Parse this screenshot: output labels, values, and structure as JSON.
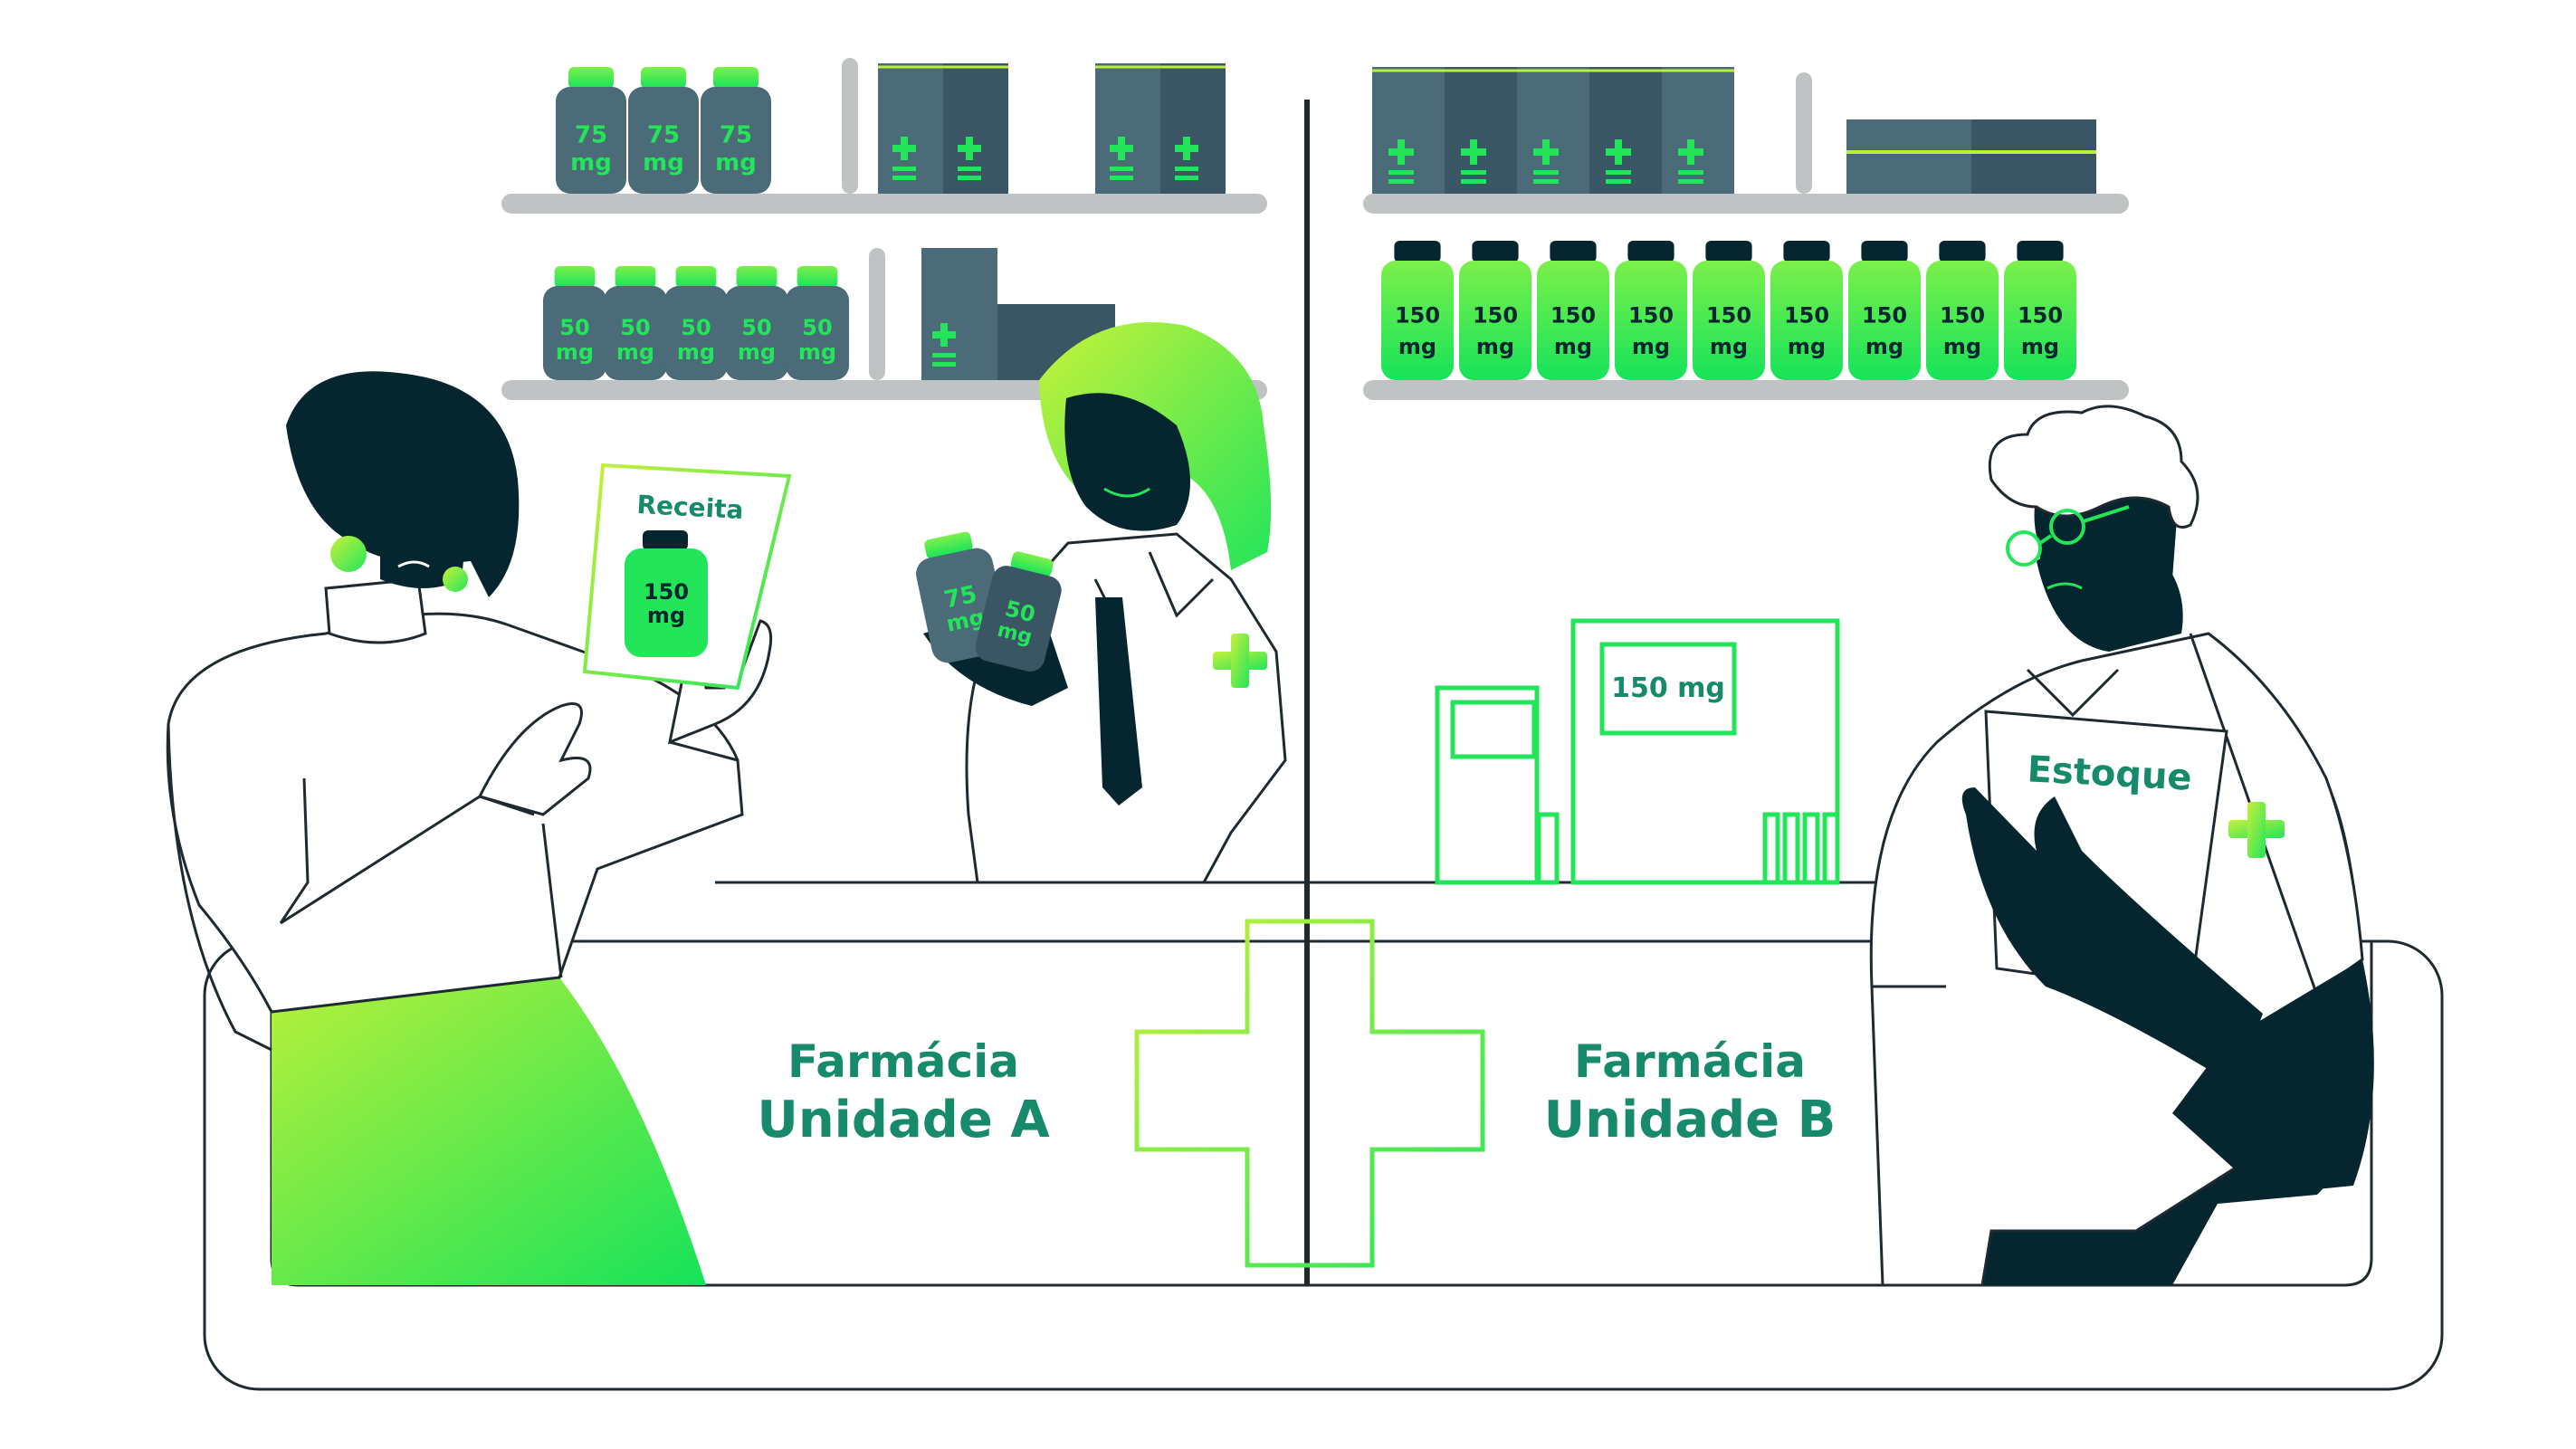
{
  "colors": {
    "dark": "#05262e",
    "slate": "#4b6b78",
    "slate_dark": "#3a5664",
    "green": "#22e55a",
    "lime": "#b8f03a",
    "teal_text": "#168a6a",
    "shelf": "#bfc3c4",
    "line": "#1f2a30"
  },
  "left_shelf_top": {
    "bottle_label": [
      "75",
      "mg"
    ],
    "bottle_count": 3
  },
  "left_shelf_bottom": {
    "bottle_label": [
      "50",
      "mg"
    ],
    "bottle_count": 5
  },
  "right_shelf_bottom": {
    "bottle_label": [
      "150",
      "mg"
    ],
    "bottle_count": 9
  },
  "prescription": {
    "title": "Receita",
    "dose": [
      "150",
      "mg"
    ]
  },
  "pharmacist_bottles": [
    [
      "75",
      "mg"
    ],
    [
      "50",
      "mg"
    ]
  ],
  "warehouse": {
    "label": "150 mg"
  },
  "clipboard": {
    "title": "Estoque"
  },
  "pharmacy_a": {
    "line1": "Farmácia",
    "line2": "Unidade A"
  },
  "pharmacy_b": {
    "line1": "Farmácia",
    "line2": "Unidade B"
  },
  "icons": [
    "plus-cross-icon",
    "pill-bottle-icon",
    "medicine-box-icon",
    "building-icon",
    "glasses-icon"
  ]
}
